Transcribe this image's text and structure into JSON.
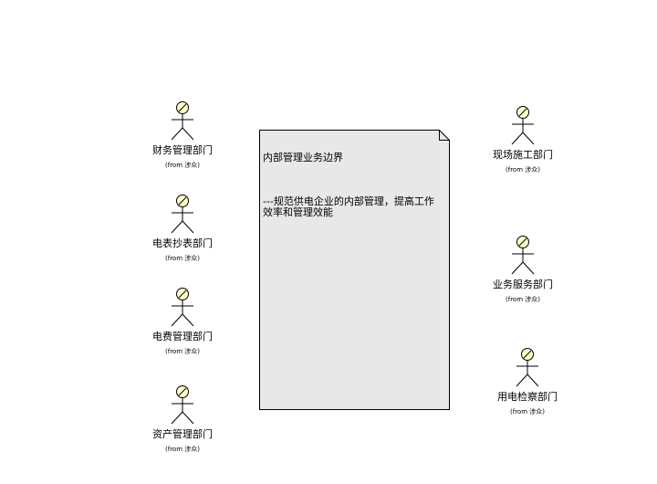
{
  "diagram": {
    "note": {
      "title": "内部管理业务边界",
      "body": "---规范供电企业的内部管理，提高工作效率和管理效能"
    },
    "actors_left": [
      {
        "name": "财务管理部门",
        "from": "(from 涉众)"
      },
      {
        "name": "电表抄表部门",
        "from": "(from 涉众)"
      },
      {
        "name": "电费管理部门",
        "from": "(from 涉众)"
      },
      {
        "name": "资产管理部门",
        "from": "(from 涉众)"
      }
    ],
    "actors_right": [
      {
        "name": "现场施工部门",
        "from": "(from 涉众)"
      },
      {
        "name": "业务服务部门",
        "from": "(from 涉众)"
      },
      {
        "name": "用电检察部门",
        "from": "(from 涉众)"
      }
    ]
  },
  "colors": {
    "actor_head_fill": "#ffffcc",
    "note_fill": "#e8e8e8",
    "line": "#000000"
  }
}
